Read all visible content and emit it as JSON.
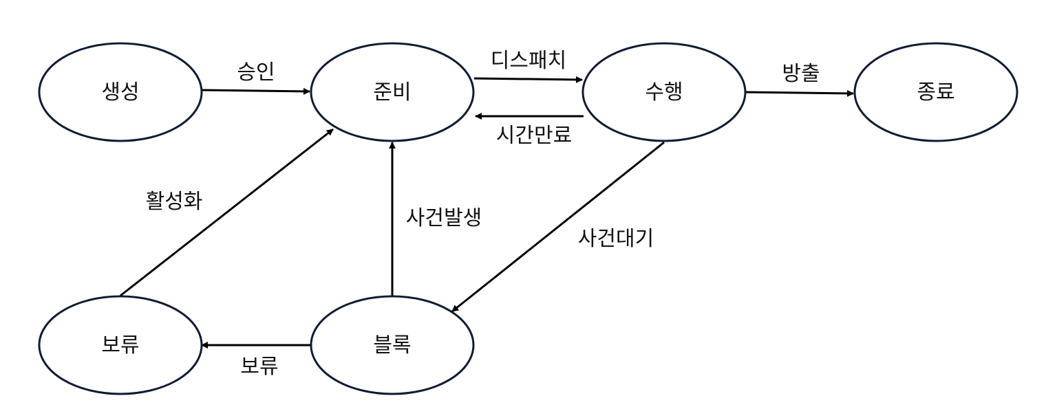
{
  "diagram": {
    "colors": {
      "node_stroke": "#111c33",
      "edge": "#000000",
      "text": "#111111"
    },
    "nodes": {
      "create": "생성",
      "ready": "준비",
      "running": "수행",
      "exit": "종료",
      "suspend": "보류",
      "blocked": "블록"
    },
    "edges": {
      "admit": "승인",
      "dispatch": "디스패치",
      "timeout": "시간만료",
      "release": "방출",
      "activate": "활성화",
      "event_occurs": "사건발생",
      "event_wait": "사건대기",
      "suspend_edge": "보류"
    }
  }
}
